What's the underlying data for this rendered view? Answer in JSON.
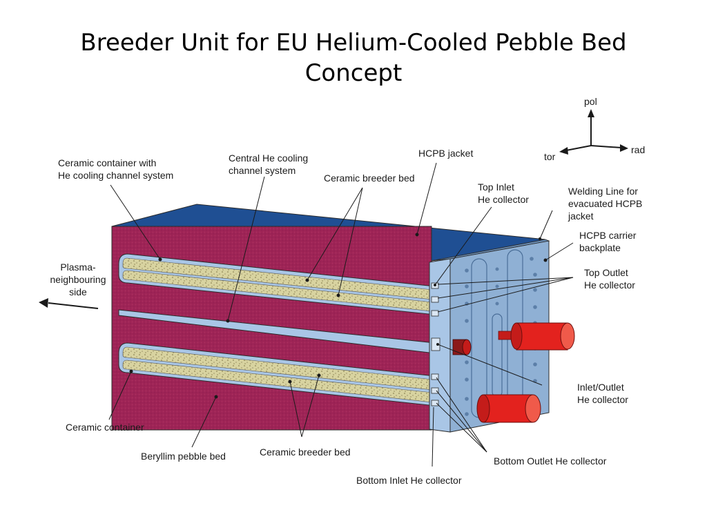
{
  "title": {
    "line1": "Breeder Unit for EU Helium-Cooled Pebble Bed",
    "line2": "Concept"
  },
  "axes": {
    "pol": "pol",
    "tor": "tor",
    "rad": "rad"
  },
  "labels": {
    "ceramic_container_channels": "Ceramic container with\nHe cooling channel system",
    "central_he": "Central He cooling\nchannel system",
    "ceramic_breeder_top": "Ceramic breeder bed",
    "hcpb_jacket": "HCPB jacket",
    "top_inlet": "Top Inlet\nHe collector",
    "welding_line": "Welding Line for\nevacuated HCPB\njacket",
    "carrier_backplate": "HCPB carrier\nbackplate",
    "top_outlet": "Top Outlet\nHe collector",
    "plasma_side": "Plasma-\nneighbouring\nside",
    "inlet_outlet": "Inlet/Outlet\nHe collector",
    "ceramic_container": "Ceramic container",
    "beryllium_bed": "Beryllim pebble bed",
    "ceramic_breeder_bottom": "Ceramic breeder bed",
    "bottom_outlet": "Bottom Outlet He collector",
    "bottom_inlet": "Bottom Inlet He collector"
  },
  "colors": {
    "beryllium": "#9e2456",
    "jacket_top": "#1f4f93",
    "breeder": "#d8d3a0",
    "channel": "#a9c6e6",
    "backplate": "#8fb0d4",
    "pipe": "#e3221e"
  }
}
